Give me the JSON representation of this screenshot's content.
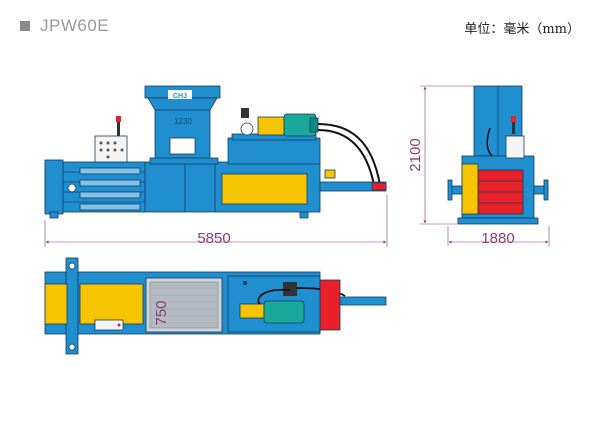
{
  "header": {
    "model": "JPW60E",
    "unit": "单位：毫米（mm）"
  },
  "dimensions": {
    "length": "5850",
    "height": "2100",
    "width": "1880",
    "inner_width": "750"
  },
  "labels": {
    "hopper_logo": "CHJ",
    "hopper_text": "1230"
  },
  "colors": {
    "machine_blue": "#1f8fd0",
    "outline": "#1a3a5a",
    "yellow": "#f7c400",
    "red": "#e8202a",
    "motor_teal": "#19a99a",
    "dimension": "#8b3a7b"
  }
}
